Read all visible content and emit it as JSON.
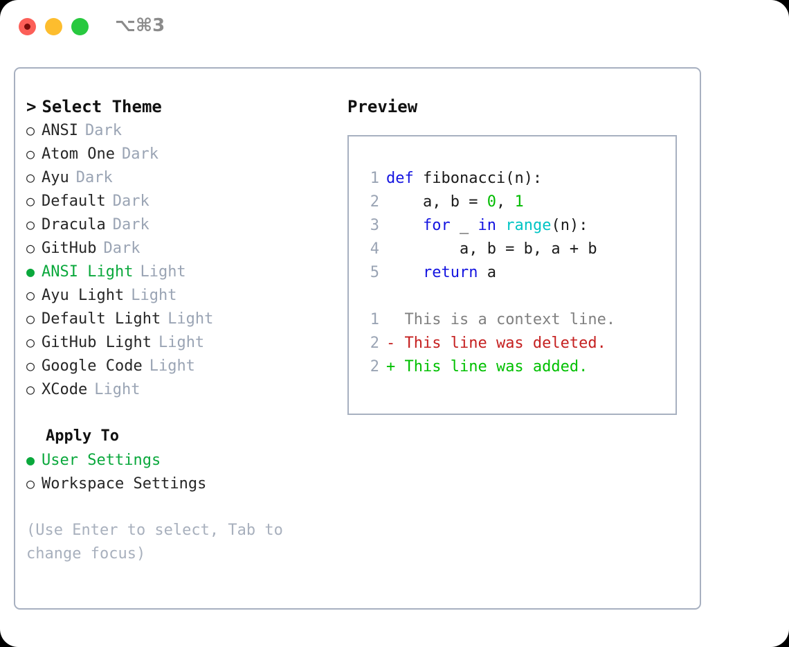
{
  "window": {
    "title_shortcut": "⌥⌘3",
    "traffic_lights": [
      {
        "name": "close-button",
        "color": "#fc5f58"
      },
      {
        "name": "minimize-button",
        "color": "#fdbd2e"
      },
      {
        "name": "maximize-button",
        "color": "#28c93f"
      }
    ]
  },
  "colors": {
    "panel_border": "#a7b0c0",
    "accent_green": "#0aa83c",
    "muted_gray": "#9aa4b4",
    "keyword_blue": "#1414e0",
    "function_cyan": "#00c4c4",
    "number_green": "#00bb00",
    "diff_delete_red": "#c52020",
    "diff_add_green": "#00c000",
    "diff_context_gray": "#808080"
  },
  "theme_picker": {
    "caret": ">",
    "heading": "Select Theme",
    "bullet_unselected": "○",
    "bullet_selected": "●",
    "items": [
      {
        "label": "ANSI",
        "tag": "Dark",
        "selected": false
      },
      {
        "label": "Atom One",
        "tag": "Dark",
        "selected": false
      },
      {
        "label": "Ayu",
        "tag": "Dark",
        "selected": false
      },
      {
        "label": "Default",
        "tag": "Dark",
        "selected": false
      },
      {
        "label": "Dracula",
        "tag": "Dark",
        "selected": false
      },
      {
        "label": "GitHub",
        "tag": "Dark",
        "selected": false
      },
      {
        "label": "ANSI Light",
        "tag": "Light",
        "selected": true
      },
      {
        "label": "Ayu Light",
        "tag": "Light",
        "selected": false
      },
      {
        "label": "Default Light",
        "tag": "Light",
        "selected": false
      },
      {
        "label": "GitHub Light",
        "tag": "Light",
        "selected": false
      },
      {
        "label": "Google Code",
        "tag": "Light",
        "selected": false
      },
      {
        "label": "XCode",
        "tag": "Light",
        "selected": false
      }
    ]
  },
  "apply_to": {
    "heading": "Apply To",
    "items": [
      {
        "label": "User Settings",
        "selected": true
      },
      {
        "label": "Workspace Settings",
        "selected": false
      }
    ]
  },
  "hint": "(Use Enter to select, Tab to change focus)",
  "preview": {
    "title": "Preview",
    "code_lines": [
      {
        "no": "1",
        "tokens": [
          {
            "t": "def",
            "c": "kw"
          },
          {
            "t": " fibonacci(n):",
            "c": "plain"
          }
        ]
      },
      {
        "no": "2",
        "tokens": [
          {
            "t": "    a, b = ",
            "c": "plain"
          },
          {
            "t": "0",
            "c": "num"
          },
          {
            "t": ", ",
            "c": "plain"
          },
          {
            "t": "1",
            "c": "num"
          }
        ]
      },
      {
        "no": "3",
        "tokens": [
          {
            "t": "    ",
            "c": "plain"
          },
          {
            "t": "for",
            "c": "kw"
          },
          {
            "t": " _ ",
            "c": "plain"
          },
          {
            "t": "in",
            "c": "kw"
          },
          {
            "t": " ",
            "c": "plain"
          },
          {
            "t": "range",
            "c": "fn"
          },
          {
            "t": "(n):",
            "c": "plain"
          }
        ]
      },
      {
        "no": "4",
        "tokens": [
          {
            "t": "        a, b = b, a + b",
            "c": "plain"
          }
        ]
      },
      {
        "no": "5",
        "tokens": [
          {
            "t": "    ",
            "c": "plain"
          },
          {
            "t": "return",
            "c": "kw"
          },
          {
            "t": " a",
            "c": "plain"
          }
        ]
      }
    ],
    "diff_lines": [
      {
        "no": "1",
        "marker": " ",
        "text": " This is a context line.",
        "kind": "ctx"
      },
      {
        "no": "2",
        "marker": "-",
        "text": " This line was deleted.",
        "kind": "del"
      },
      {
        "no": "2",
        "marker": "+",
        "text": " This line was added.",
        "kind": "add"
      }
    ]
  }
}
